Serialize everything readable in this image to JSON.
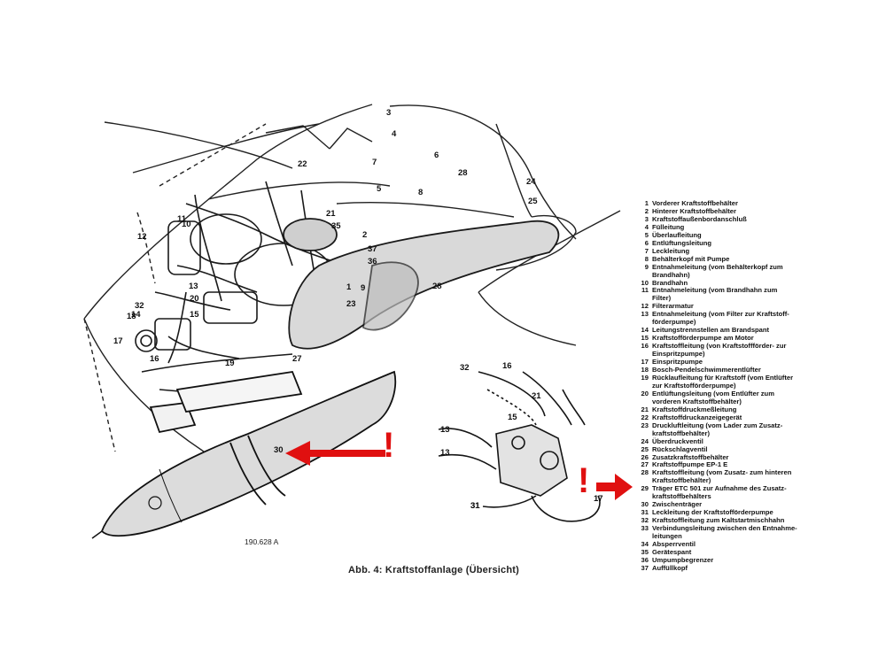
{
  "caption": "Abb. 4: Kraftstoffanlage (Übersicht)",
  "drawing_id": "190.628 A",
  "marker_color": "#e01010",
  "markers": [
    "!",
    "!"
  ],
  "callouts": [
    "3",
    "4",
    "5",
    "6",
    "7",
    "8",
    "9",
    "10",
    "11",
    "12",
    "13",
    "14",
    "15",
    "16",
    "17",
    "18",
    "19",
    "20",
    "21",
    "22",
    "23",
    "24",
    "25",
    "27",
    "28",
    "30",
    "31",
    "32",
    "35",
    "36",
    "37",
    "1",
    "2",
    "15",
    "17",
    "21",
    "28",
    "13",
    "13",
    "16",
    "31",
    "32"
  ],
  "legend": [
    {
      "num": "1",
      "text": "Vorderer Kraftstoffbehälter"
    },
    {
      "num": "2",
      "text": "Hinterer Kraftstoffbehälter"
    },
    {
      "num": "3",
      "text": "Kraftstoffaußenbordanschluß"
    },
    {
      "num": "4",
      "text": "Fülleitung"
    },
    {
      "num": "5",
      "text": "Überlaufleitung"
    },
    {
      "num": "6",
      "text": "Entlüftungsleitung"
    },
    {
      "num": "7",
      "text": "Leckleitung"
    },
    {
      "num": "8",
      "text": "Behälterkopf mit Pumpe"
    },
    {
      "num": "9",
      "text": "Entnahmeleitung (vom Behälterkopf zum"
    },
    {
      "num": "",
      "text": "Brandhahn)"
    },
    {
      "num": "10",
      "text": "Brandhahn"
    },
    {
      "num": "11",
      "text": "Entnahmeleitung (vom Brandhahn zum"
    },
    {
      "num": "",
      "text": "Filter)"
    },
    {
      "num": "12",
      "text": "Filterarmatur"
    },
    {
      "num": "13",
      "text": "Entnahmeleitung (vom Filter zur Kraftstoff-"
    },
    {
      "num": "",
      "text": "förderpumpe)"
    },
    {
      "num": "14",
      "text": "Leitungstrennstellen am Brandspant"
    },
    {
      "num": "15",
      "text": "Kraftstofförderpumpe am Motor"
    },
    {
      "num": "16",
      "text": "Kraftstoffleitung (von Kraftstoffförder- zur"
    },
    {
      "num": "",
      "text": "Einspritzpumpe)"
    },
    {
      "num": "17",
      "text": "Einspritzpumpe"
    },
    {
      "num": "18",
      "text": "Bosch-Pendelschwimmerentlüfter"
    },
    {
      "num": "19",
      "text": "Rücklaufleitung für Kraftstoff (vom Entlüfter"
    },
    {
      "num": "",
      "text": "zur Kraftstofförderpumpe)"
    },
    {
      "num": "20",
      "text": "Entlüftungsleitung (vom Entlüfter zum"
    },
    {
      "num": "",
      "text": "vorderen Kraftstoffbehälter)"
    },
    {
      "num": "21",
      "text": "Kraftstoffdruckmeßleitung"
    },
    {
      "num": "22",
      "text": "Kraftstoffdruckanzeigegerät"
    },
    {
      "num": "23",
      "text": "Druckluftleitung (vom Lader zum Zusatz-"
    },
    {
      "num": "",
      "text": "kraftstoffbehälter)"
    },
    {
      "num": "24",
      "text": "Überdruckventil"
    },
    {
      "num": "25",
      "text": "Rückschlagventil"
    },
    {
      "num": "26",
      "text": "Zusatzkraftstoffbehälter"
    },
    {
      "num": "27",
      "text": "Kraftstoffpumpe EP-1 E"
    },
    {
      "num": "28",
      "text": "Kraftstoffleitung (vom Zusatz- zum hinteren"
    },
    {
      "num": "",
      "text": "Kraftstoffbehälter)"
    },
    {
      "num": "29",
      "text": "Träger ETC 501 zur Aufnahme des Zusatz-"
    },
    {
      "num": "",
      "text": "kraftstoffbehälters"
    },
    {
      "num": "30",
      "text": "Zwischenträger"
    },
    {
      "num": "31",
      "text": "Leckleitung der Kraftstofförderpumpe"
    },
    {
      "num": "32",
      "text": "Kraftstoffleitung zum Kaltstartmischhahn"
    },
    {
      "num": "33",
      "text": "Verbindungsleitung zwischen den Entnahme-"
    },
    {
      "num": "",
      "text": "leitungen"
    },
    {
      "num": "34",
      "text": "Absperrventil"
    },
    {
      "num": "35",
      "text": "Gerätespant"
    },
    {
      "num": "36",
      "text": "Umpumpbegrenzer"
    },
    {
      "num": "37",
      "text": "Auffüllkopf"
    }
  ]
}
